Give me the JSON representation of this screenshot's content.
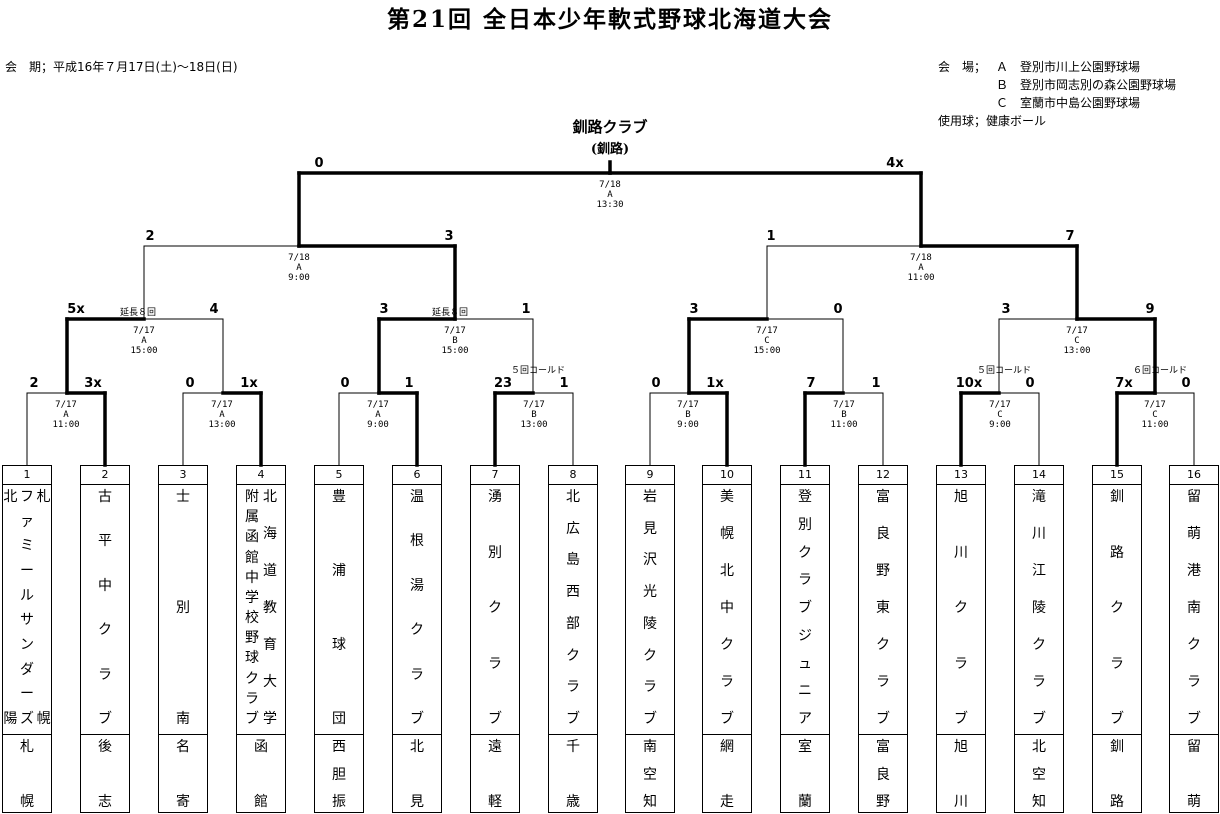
{
  "title": "第21回 全日本少年軟式野球北海道大会",
  "period": "会　期；平成16年７月17日(土)～18日(日)",
  "venues": {
    "label": "会　場；",
    "a": "Ａ　登別市川上公園野球場",
    "b": "Ｂ　登別市岡志別の森公園野球場",
    "c": "Ｃ　室蘭市中島公園野球場",
    "ball": "使用球；健康ボール"
  },
  "champion": {
    "name": "釧路クラブ",
    "area": "(釧路)"
  },
  "scores": {
    "final": [
      "0",
      "4x"
    ],
    "sf1": [
      "2",
      "3"
    ],
    "sf2": [
      "1",
      "7"
    ],
    "qf1": [
      "5x",
      "4"
    ],
    "qf2": [
      "3",
      "1"
    ],
    "qf3": [
      "3",
      "0"
    ],
    "qf4": [
      "3",
      "9"
    ],
    "r1_1": [
      "2",
      "3x"
    ],
    "r1_2": [
      "0",
      "1x"
    ],
    "r1_3": [
      "0",
      "1"
    ],
    "r1_4": [
      "23",
      "1"
    ],
    "r1_5": [
      "0",
      "1x"
    ],
    "r1_6": [
      "7",
      "1"
    ],
    "r1_7": [
      "10x",
      "0"
    ],
    "r1_8": [
      "7x",
      "0"
    ]
  },
  "games": {
    "final": [
      "7/18",
      "A",
      "13:30"
    ],
    "sf1": [
      "7/18",
      "A",
      "9:00"
    ],
    "sf2": [
      "7/18",
      "A",
      "11:00"
    ],
    "qf1": [
      "7/17",
      "A",
      "15:00"
    ],
    "qf2": [
      "7/17",
      "B",
      "15:00"
    ],
    "qf3": [
      "7/17",
      "C",
      "15:00"
    ],
    "qf4": [
      "7/17",
      "C",
      "13:00"
    ],
    "r1_1": [
      "7/17",
      "A",
      "11:00"
    ],
    "r1_2": [
      "7/17",
      "A",
      "13:00"
    ],
    "r1_3": [
      "7/17",
      "A",
      "9:00"
    ],
    "r1_4": [
      "7/17",
      "B",
      "13:00"
    ],
    "r1_5": [
      "7/17",
      "B",
      "9:00"
    ],
    "r1_6": [
      "7/17",
      "B",
      "11:00"
    ],
    "r1_7": [
      "7/17",
      "C",
      "9:00"
    ],
    "r1_8": [
      "7/17",
      "C",
      "11:00"
    ]
  },
  "notes": {
    "qf1": "延長８回",
    "qf2": "延長８回",
    "r1_4": "５回コールド",
    "r1_7": "５回コールド",
    "r1_8": "６回コールド"
  },
  "teams": [
    {
      "num": "1",
      "name_cols": [
        [
          "札",
          "幌"
        ],
        [
          "フ",
          "ァ",
          "ミ",
          "ー",
          "ル",
          "サ",
          "ン",
          "ダ",
          "ー",
          "ズ"
        ],
        [
          "北",
          "陽"
        ]
      ],
      "area": [
        "札",
        "幌"
      ]
    },
    {
      "num": "2",
      "name_cols": [
        [
          "古",
          "平",
          "中",
          "ク",
          "ラ",
          "ブ"
        ]
      ],
      "area": [
        "後",
        "志"
      ]
    },
    {
      "num": "3",
      "name_cols": [
        [
          "士",
          "別",
          "南"
        ]
      ],
      "area": [
        "名",
        "寄"
      ]
    },
    {
      "num": "4",
      "name_cols": [
        [
          "北",
          "海",
          "道",
          "教",
          "育",
          "大",
          "学"
        ],
        [
          "附",
          "属",
          "函",
          "館",
          "中",
          "学",
          "校",
          "野",
          "球",
          "ク",
          "ラ",
          "ブ"
        ]
      ],
      "area": [
        "函",
        "館"
      ]
    },
    {
      "num": "5",
      "name_cols": [
        [
          "豊",
          "浦",
          "球",
          "団"
        ]
      ],
      "area": [
        "西",
        "胆",
        "振"
      ]
    },
    {
      "num": "6",
      "name_cols": [
        [
          "温",
          "根",
          "湯",
          "ク",
          "ラ",
          "ブ"
        ]
      ],
      "area": [
        "北",
        "見"
      ]
    },
    {
      "num": "7",
      "name_cols": [
        [
          "湧",
          "別",
          "ク",
          "ラ",
          "ブ"
        ]
      ],
      "area": [
        "遠",
        "軽"
      ]
    },
    {
      "num": "8",
      "name_cols": [
        [
          "北",
          "広",
          "島",
          "西",
          "部",
          "ク",
          "ラ",
          "ブ"
        ]
      ],
      "area": [
        "千",
        "歳"
      ]
    },
    {
      "num": "9",
      "name_cols": [
        [
          "岩",
          "見",
          "沢",
          "光",
          "陵",
          "ク",
          "ラ",
          "ブ"
        ]
      ],
      "area": [
        "南",
        "空",
        "知"
      ]
    },
    {
      "num": "10",
      "name_cols": [
        [
          "美",
          "幌",
          "北",
          "中",
          "ク",
          "ラ",
          "ブ"
        ]
      ],
      "area": [
        "網",
        "走"
      ]
    },
    {
      "num": "11",
      "name_cols": [
        [
          "登",
          "別",
          "ク",
          "ラ",
          "ブ",
          "ジ",
          "ュ",
          "ニ",
          "ア"
        ]
      ],
      "area": [
        "室",
        "蘭"
      ]
    },
    {
      "num": "12",
      "name_cols": [
        [
          "富",
          "良",
          "野",
          "東",
          "ク",
          "ラ",
          "ブ"
        ]
      ],
      "area": [
        "富",
        "良",
        "野"
      ]
    },
    {
      "num": "13",
      "name_cols": [
        [
          "旭",
          "川",
          "ク",
          "ラ",
          "ブ"
        ]
      ],
      "area": [
        "旭",
        "川"
      ]
    },
    {
      "num": "14",
      "name_cols": [
        [
          "滝",
          "川",
          "江",
          "陵",
          "ク",
          "ラ",
          "ブ"
        ]
      ],
      "area": [
        "北",
        "空",
        "知"
      ]
    },
    {
      "num": "15",
      "name_cols": [
        [
          "釧",
          "路",
          "ク",
          "ラ",
          "ブ"
        ]
      ],
      "area": [
        "釧",
        "路"
      ]
    },
    {
      "num": "16",
      "name_cols": [
        [
          "留",
          "萌",
          "港",
          "南",
          "ク",
          "ラ",
          "ブ"
        ]
      ],
      "area": [
        "留",
        "萌"
      ]
    }
  ]
}
